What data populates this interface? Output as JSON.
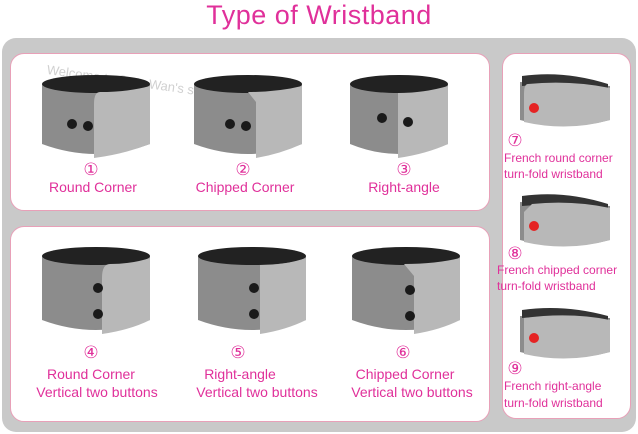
{
  "title": "Type of Wristband",
  "watermark": "Welcome to Sara Wan's store",
  "items": [
    {
      "num": "①",
      "label": "Round Corner",
      "sub": ""
    },
    {
      "num": "②",
      "label": "Chipped Corner",
      "sub": ""
    },
    {
      "num": "③",
      "label": "Right-angle",
      "sub": ""
    },
    {
      "num": "④",
      "label": "Round Corner",
      "sub": "Vertical two buttons"
    },
    {
      "num": "⑤",
      "label": "Right-angle",
      "sub": "Vertical two buttons"
    },
    {
      "num": "⑥",
      "label": "Chipped Corner",
      "sub": "Vertical two buttons"
    },
    {
      "num": "⑦",
      "label": "French round corner",
      "sub": "turn-fold wristband"
    },
    {
      "num": "⑧",
      "label": "French chipped corner",
      "sub": "turn-fold wristband"
    },
    {
      "num": "⑨",
      "label": "French right-angle",
      "sub": "turn-fold wristband"
    }
  ],
  "colors": {
    "accent": "#e0309a",
    "band_dark": "#8c8c8c",
    "band_light": "#b8b8b8",
    "button": "#1a1a1a",
    "french_dot": "#e52323"
  }
}
